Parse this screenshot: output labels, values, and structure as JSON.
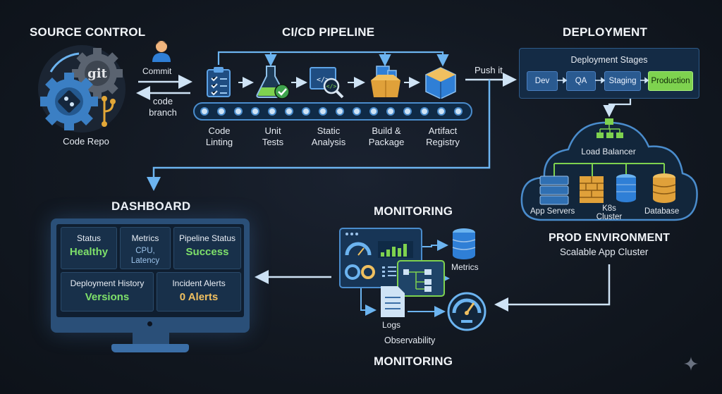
{
  "sections": {
    "source_control": "SOURCE CONTROL",
    "pipeline": "CI/CD PIPELINE",
    "deployment": "DEPLOYMENT",
    "dashboard": "DASHBOARD",
    "monitoring_top": "MONITORING",
    "monitoring_bottom": "MONITORING"
  },
  "source": {
    "repo_label": "Code Repo",
    "git_text": "git",
    "commit_label": "Commit",
    "code_branch_label": "code\nbranch"
  },
  "pipeline": {
    "stages": [
      "Code\nLinting",
      "Unit\nTests",
      "Static\nAnalysis",
      "Build &\nPackage",
      "Artifact\nRegistry"
    ],
    "push_label": "Push it"
  },
  "deployment": {
    "panel_title": "Deployment Stages",
    "stages": [
      "Dev",
      "QA",
      "Staging",
      "Production"
    ]
  },
  "prod": {
    "load_balancer": "Load Balancer",
    "app_servers": "App Servers",
    "k8s": "K8s\nCluster",
    "database": "Database",
    "title": "PROD ENVIRONMENT",
    "subtitle": "Scalable App Cluster"
  },
  "dashboard": {
    "tiles": [
      {
        "title": "Status",
        "value": "Healthy"
      },
      {
        "title": "Metrics",
        "value": "CPU,\nLatency"
      },
      {
        "title": "Pipeline Status",
        "value": "Success"
      },
      {
        "title": "Deployment History",
        "value": "Versions"
      },
      {
        "title": "Incident Alerts",
        "value": "0 Alerts"
      }
    ]
  },
  "monitoring": {
    "metrics_label": "Metrics",
    "logs_label": "Logs",
    "observability_label": "Observability"
  },
  "colors": {
    "accent_blue": "#4aa3e8",
    "arrow": "#cfe3f5",
    "success_green": "#7ee06a",
    "gear_blue": "#3b7fc4",
    "gear_gray": "#5a6370"
  }
}
